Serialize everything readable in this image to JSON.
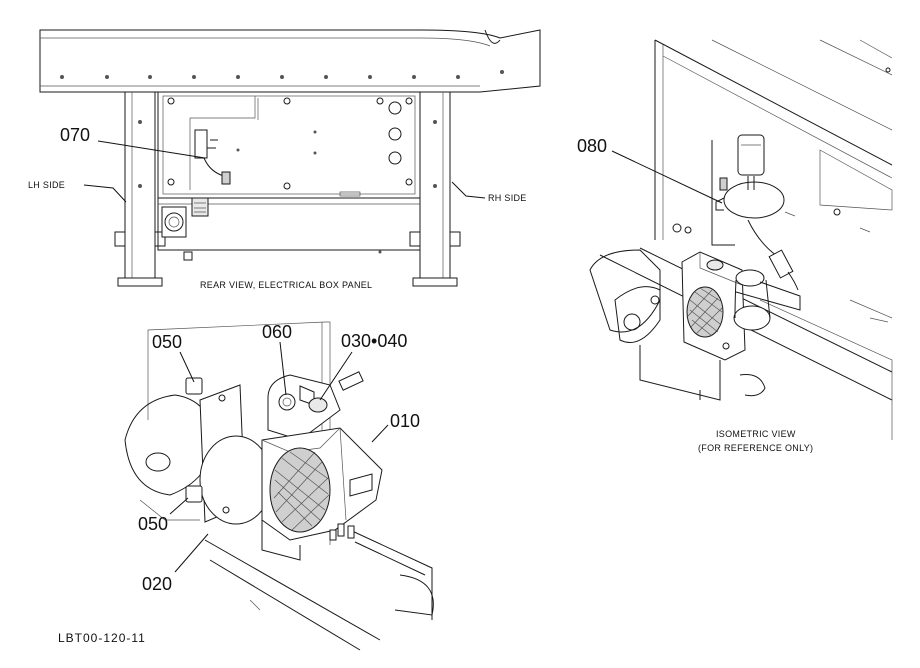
{
  "callouts": {
    "c070": "070",
    "c080": "080",
    "c050a": "050",
    "c060": "060",
    "c030": "030•040",
    "c010": "010",
    "c050b": "050",
    "c020": "020"
  },
  "labels": {
    "lh_side": "LH SIDE",
    "rh_side": "RH SIDE",
    "rear_view": "REAR VIEW, ELECTRICAL BOX PANEL",
    "iso_line1": "ISOMETRIC VIEW",
    "iso_line2": "(FOR REFERENCE ONLY)"
  },
  "document_number": "LBT00-120-11"
}
